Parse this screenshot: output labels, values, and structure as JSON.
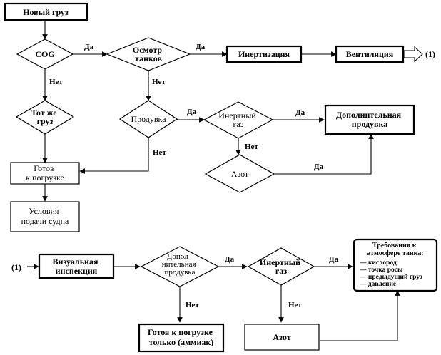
{
  "nodes": {
    "new_cargo": [
      "Новый груз"
    ],
    "cog": [
      "COG"
    ],
    "tank_inspection": [
      "Осмотр",
      "танков"
    ],
    "inerting": [
      "Инертизация"
    ],
    "ventilation": [
      "Вентиляция"
    ],
    "ref_out": "(1)",
    "same_cargo": [
      "Тот же",
      "груз"
    ],
    "purge": [
      "Продувка"
    ],
    "inert_gas_top": [
      "Инертный",
      "газ"
    ],
    "additional_purge": [
      "Дополнительная",
      "продувка"
    ],
    "nitrogen_top": [
      "Азот"
    ],
    "ready_loading": [
      "Готов",
      "к погрузке"
    ],
    "ship_conditions": [
      "Условия",
      "подачи судна"
    ],
    "ref_in": "(1)",
    "visual_inspection": [
      "Визуальная",
      "инспекция"
    ],
    "add_purge_diamond": [
      "Допол-",
      "нительная",
      "продувка"
    ],
    "inert_gas_bottom": [
      "Инертный",
      "газ"
    ],
    "nitrogen_bottom": [
      "Азот"
    ],
    "ready_ammonia": [
      "Готов к погрузке",
      "только (аммиак)"
    ],
    "requirements": {
      "title": [
        "Требования к",
        "атмосфере танка:"
      ],
      "items": [
        "— кислород",
        "— точка росы",
        "— предыдущий груз",
        "— давление"
      ]
    }
  },
  "edge_labels": {
    "yes": "Да",
    "no": "Нет"
  }
}
